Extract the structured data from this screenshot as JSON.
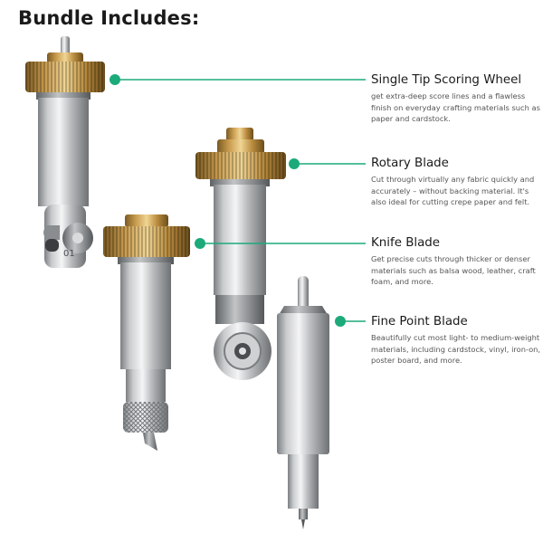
{
  "heading": "Bundle Includes:",
  "accent_color": "#1daa7a",
  "tool_icons": [
    "scoring-wheel-tool",
    "knife-blade-tool",
    "rotary-blade-tool",
    "fine-point-blade-tool"
  ],
  "wheel_marking": "01",
  "callouts": [
    {
      "title": "Single Tip Scoring Wheel",
      "description": "get extra-deep score lines and a flawless finish on everyday crafting materials such as paper and cardstock."
    },
    {
      "title": "Rotary Blade",
      "description": "Cut through virtually any fabric quickly and accurately – without backing material. It's also ideal for cutting crepe paper and felt."
    },
    {
      "title": "Knife Blade",
      "description": "Get precise cuts through thicker or denser materials such as balsa wood, leather, craft foam, and more."
    },
    {
      "title": "Fine Point Blade",
      "description": "Beautifully cut most light- to medium-weight materials, including cardstock, vinyl, iron-on, poster board, and more."
    }
  ]
}
